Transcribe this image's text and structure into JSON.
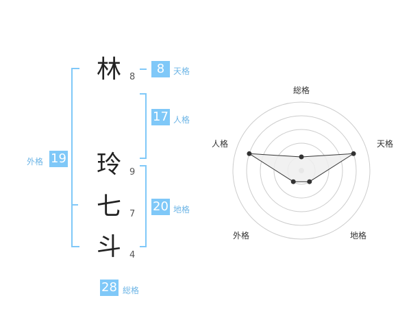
{
  "name_chars": [
    {
      "char": "林",
      "strokes": "8"
    },
    {
      "char": "玲",
      "strokes": "9"
    },
    {
      "char": "七",
      "strokes": "7"
    },
    {
      "char": "斗",
      "strokes": "4"
    }
  ],
  "kaku": {
    "tenkaku": {
      "value": "8",
      "label": "天格"
    },
    "jinkaku": {
      "value": "17",
      "label": "人格"
    },
    "chikaku": {
      "value": "20",
      "label": "地格"
    },
    "gaikaku": {
      "value": "19",
      "label": "外格"
    },
    "soukaku": {
      "value": "28",
      "label": "総格"
    }
  },
  "radar": {
    "axes": [
      "総格",
      "天格",
      "地格",
      "外格",
      "人格"
    ],
    "values": [
      1,
      4,
      1,
      1,
      4
    ],
    "max": 5,
    "colors": {
      "ring": "#cccccc",
      "fill": "#eeeeee",
      "line": "#333333",
      "point": "#333333",
      "center": "#bbbbbb"
    }
  }
}
